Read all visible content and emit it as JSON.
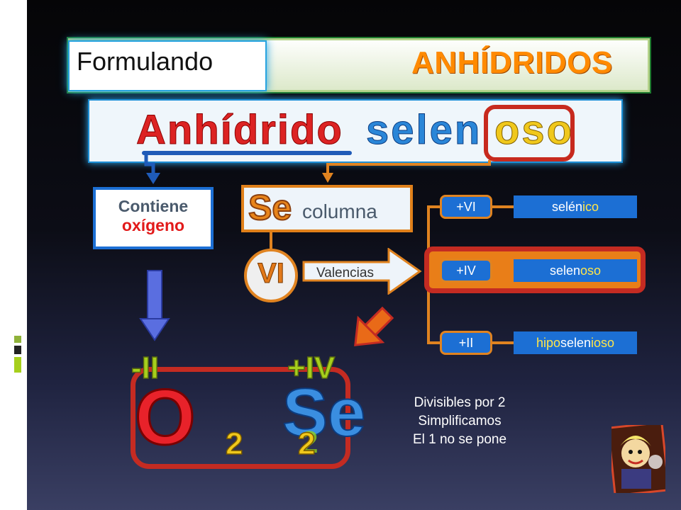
{
  "header": {
    "formulando": "Formulando",
    "anhidridos": "ANHÍDRIDOS"
  },
  "title": {
    "part1": "Anhídrido",
    "part2": "selen",
    "part3": "oso"
  },
  "contiene": {
    "line1": "Contiene",
    "line2": "oxígeno"
  },
  "element": {
    "symbol": "Se",
    "columna": "columna",
    "group": "VI",
    "valencias": "Valencias"
  },
  "valences": [
    {
      "charge": "+VI",
      "name_prefix": "",
      "name_root": "selén",
      "name_suffix": "ico"
    },
    {
      "charge": "+IV",
      "name_prefix": "",
      "name_root": "selen",
      "name_suffix": "oso"
    },
    {
      "charge": "+II",
      "name_prefix": "hipo",
      "name_root": "selen",
      "name_suffix": "ioso"
    }
  ],
  "notes": {
    "line1": "Divisibles por 2",
    "line2": "Simplificamos",
    "line3": "El 1 no se pone"
  },
  "formula": {
    "ox_charge": "-II",
    "se_charge": "+IV",
    "oxygen": "O",
    "selenium": "Se",
    "sub_o": "2",
    "sub_se": "2"
  },
  "colors": {
    "blue": "#1c6fd4",
    "orange": "#e08320",
    "red": "#c42b22",
    "yellow": "#f0c81c",
    "green": "#a6cf1c"
  }
}
